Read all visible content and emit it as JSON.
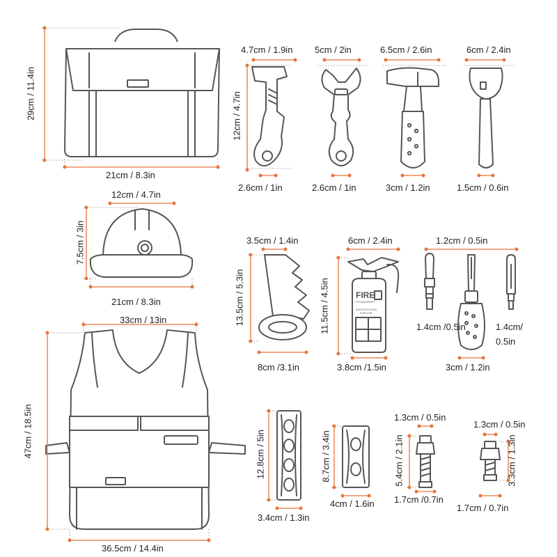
{
  "colors": {
    "dimension_line": "#e8743b",
    "outline": "#555555"
  },
  "items": [
    {
      "name": "tool-bag",
      "icon": "bag-icon",
      "labels": {
        "height": "29cm / 11.4in",
        "width": "21cm / 8.3in"
      }
    },
    {
      "name": "pipe-wrench",
      "icon": "pipe-wrench-icon",
      "labels": {
        "top": "4.7cm / 1.9in",
        "height": "12cm / 4.7in",
        "bottom": "2.6cm / 1in"
      }
    },
    {
      "name": "adjustable-wrench",
      "icon": "wrench-icon",
      "labels": {
        "top": "5cm / 2in",
        "bottom": "2.6cm / 1in"
      }
    },
    {
      "name": "hammer",
      "icon": "hammer-icon",
      "labels": {
        "top": "6.5cm / 2.6in",
        "bottom": "3cm / 1.2in"
      }
    },
    {
      "name": "axe",
      "icon": "axe-icon",
      "labels": {
        "top": "6cm / 2.4in",
        "bottom": "1.5cm / 0.6in"
      }
    },
    {
      "name": "hard-hat",
      "icon": "hard-hat-icon",
      "labels": {
        "top": "12cm / 4.7in",
        "height": "7.5cm / 3in",
        "bottom": "21cm / 8.3in"
      }
    },
    {
      "name": "saw",
      "icon": "saw-icon",
      "labels": {
        "top": "3.5cm / 1.4in",
        "height": "13.5cm / 5.3in",
        "bottom": "8cm /3.1in"
      }
    },
    {
      "name": "fire-extinguisher",
      "icon": "fire-extinguisher-icon",
      "text": {
        "fire": "FIRE",
        "line1": "EXTINGUISHER",
        "line2": "INSTRUCTIONS",
        "line3": "FOR USE"
      },
      "labels": {
        "top": "6cm / 2.4in",
        "height": "11.5cm / 4.5in",
        "bottom": "3.8cm /1.5in"
      }
    },
    {
      "name": "screwdriver-set",
      "icon": "screwdriver-icon",
      "labels": {
        "top": "1.2cm / 0.5in",
        "bit_left": "1.4cm /0.5in",
        "bit_right_1": "1.4cm/",
        "bit_right_2": "0.5in",
        "bottom": "3cm / 1.2in"
      }
    },
    {
      "name": "safety-vest",
      "icon": "vest-icon",
      "labels": {
        "top": "33cm / 13in",
        "height": "47cm / 18.5in",
        "bottom": "36.5cm / 14.4in"
      }
    },
    {
      "name": "wood-plank-long",
      "icon": "wood-block-icon",
      "labels": {
        "height": "12.8cm / 5in",
        "bottom": "3.4cm / 1.3in"
      }
    },
    {
      "name": "wood-plank-short",
      "icon": "wood-block-icon",
      "labels": {
        "height": "8.7cm / 3.4in",
        "bottom": "4cm / 1.6in"
      }
    },
    {
      "name": "long-bolt",
      "icon": "bolt-icon",
      "labels": {
        "top": "1.3cm / 0.5in",
        "height": "5.4cm / 2.1in",
        "bottom": "1.7cm /0.7in"
      }
    },
    {
      "name": "short-bolt",
      "icon": "bolt-icon",
      "labels": {
        "top": "1.3cm / 0.5in",
        "height": "3.3cm / 1.3in",
        "bottom": "1.7cm / 0.7in"
      }
    }
  ]
}
